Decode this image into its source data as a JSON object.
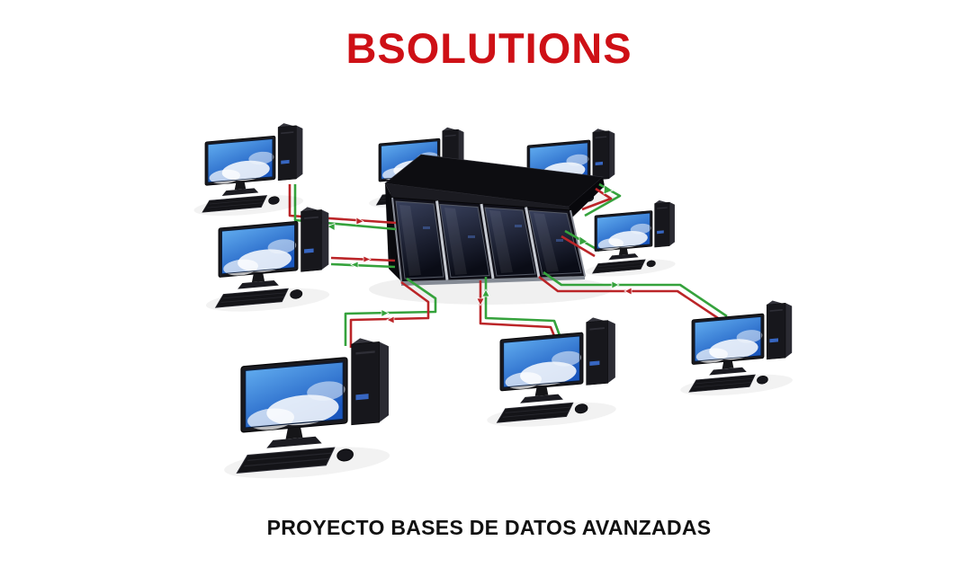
{
  "header": {
    "title": "BSOLUTIONS"
  },
  "footer": {
    "caption": "PROYECTO BASES DE DATOS AVANZADAS"
  },
  "colors": {
    "background": "#FFFFFF",
    "title_red": "#CE1016",
    "caption_black": "#111111",
    "cable_red": "#BB2528",
    "cable_green": "#35A23C",
    "equipment_black": "#15151A",
    "screen_blue_top": "#5FAAEE",
    "screen_blue_bottom": "#1A57BE",
    "rack_silver": "#C6CAD2"
  },
  "diagram": {
    "description": "Network topology: eight client workstations connected to a central four-cabinet server rack cluster by paired red and green cables with directional arrows",
    "server_cluster": {
      "id": "server-rack",
      "cabinets": 4
    },
    "workstation_parts": [
      "monitor",
      "tower",
      "keyboard",
      "mouse"
    ],
    "workstations": [
      {
        "id": "ws-top-left"
      },
      {
        "id": "ws-top-center"
      },
      {
        "id": "ws-top-right"
      },
      {
        "id": "ws-mid-left"
      },
      {
        "id": "ws-mid-right"
      },
      {
        "id": "ws-bottom-left"
      },
      {
        "id": "ws-bottom-center"
      },
      {
        "id": "ws-bottom-right"
      }
    ],
    "connections": [
      {
        "from": "ws-top-left",
        "to": "server-rack",
        "cable_colors": [
          "red",
          "green"
        ]
      },
      {
        "from": "ws-mid-left",
        "to": "server-rack",
        "cable_colors": [
          "red",
          "green"
        ]
      },
      {
        "from": "ws-bottom-left",
        "to": "server-rack",
        "cable_colors": [
          "red",
          "green"
        ]
      },
      {
        "from": "ws-bottom-center",
        "to": "server-rack",
        "cable_colors": [
          "red",
          "green"
        ]
      },
      {
        "from": "ws-bottom-right",
        "to": "server-rack",
        "cable_colors": [
          "red",
          "green"
        ]
      },
      {
        "from": "ws-mid-right",
        "to": "server-rack",
        "cable_colors": [
          "red",
          "green"
        ]
      },
      {
        "from": "ws-top-right",
        "to": "server-rack",
        "cable_colors": [
          "red",
          "green"
        ]
      }
    ]
  }
}
